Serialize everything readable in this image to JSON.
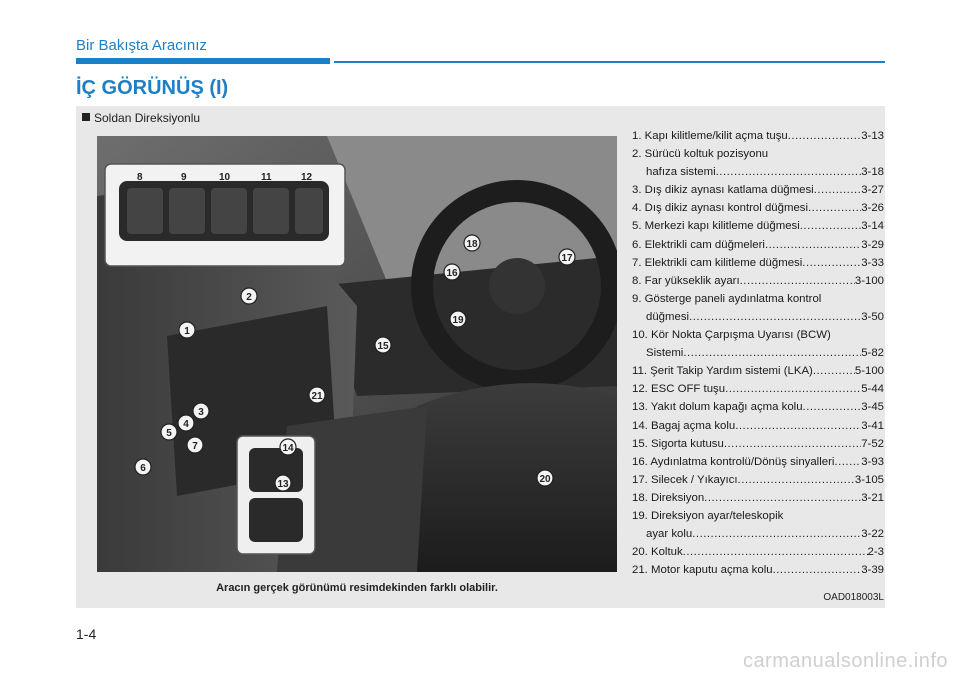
{
  "header": {
    "section_title": "Bir Bakışta Aracınız",
    "page_heading": "İÇ GÖRÜNÜŞ (I)"
  },
  "panel": {
    "label": "Soldan Direksiyonlu",
    "caption": "Aracın gerçek görünümü resimdekinden farklı olabilir.",
    "image_code": "OAD018003L",
    "switch_labels": [
      "8",
      "9",
      "10",
      "11",
      "12"
    ],
    "callouts": [
      "1",
      "2",
      "3",
      "4",
      "5",
      "6",
      "7",
      "13",
      "14",
      "15",
      "16",
      "17",
      "18",
      "19",
      "20",
      "21"
    ]
  },
  "items": [
    {
      "line1": "1. Kapı kilitleme/kilit açma tuşu",
      "line2": "",
      "page": "3-13"
    },
    {
      "line1": "2. Sürücü koltuk pozisyonu",
      "line2": "hafıza sistemi",
      "page": "3-18"
    },
    {
      "line1": "3. Dış dikiz aynası katlama düğmesi",
      "line2": "",
      "page": "3-27"
    },
    {
      "line1": "4. Dış dikiz aynası kontrol düğmesi",
      "line2": "",
      "page": "3-26"
    },
    {
      "line1": "5. Merkezi kapı kilitleme düğmesi",
      "line2": "",
      "page": "3-14"
    },
    {
      "line1": "6. Elektrikli cam düğmeleri",
      "line2": "",
      "page": "3-29"
    },
    {
      "line1": "7. Elektrikli cam kilitleme düğmesi",
      "line2": "",
      "page": "3-33"
    },
    {
      "line1": "8. Far yükseklik ayarı",
      "line2": "",
      "page": "3-100"
    },
    {
      "line1": "9. Gösterge paneli aydınlatma kontrol",
      "line2": "düğmesi",
      "page": "3-50"
    },
    {
      "line1": "10. Kör Nokta Çarpışma Uyarısı (BCW)",
      "line2": "Sistemi",
      "page": "5-82"
    },
    {
      "line1": "11. Şerit Takip Yardım sistemi (LKA)",
      "line2": "",
      "page": "5-100"
    },
    {
      "line1": "12. ESC OFF tuşu",
      "line2": "",
      "page": "5-44"
    },
    {
      "line1": "13. Yakıt dolum kapağı açma kolu",
      "line2": "",
      "page": "3-45"
    },
    {
      "line1": "14. Bagaj açma kolu",
      "line2": "",
      "page": "3-41"
    },
    {
      "line1": "15. Sigorta kutusu",
      "line2": "",
      "page": "7-52"
    },
    {
      "line1": "16. Aydınlatma kontrolü/Dönüş sinyalleri",
      "line2": "",
      "page": "3-93"
    },
    {
      "line1": "17. Silecek / Yıkayıcı",
      "line2": "",
      "page": "3-105"
    },
    {
      "line1": "18. Direksiyon",
      "line2": "",
      "page": "3-21"
    },
    {
      "line1": "19. Direksiyon ayar/teleskopik",
      "line2": "ayar kolu",
      "page": "3-22"
    },
    {
      "line1": "20. Koltuk",
      "line2": "",
      "page": "2-3"
    },
    {
      "line1": "21. Motor kaputu açma kolu",
      "line2": "",
      "page": "3-39"
    }
  ],
  "footer": {
    "page_number": "1-4",
    "watermark": "carmanualsonline.info"
  }
}
